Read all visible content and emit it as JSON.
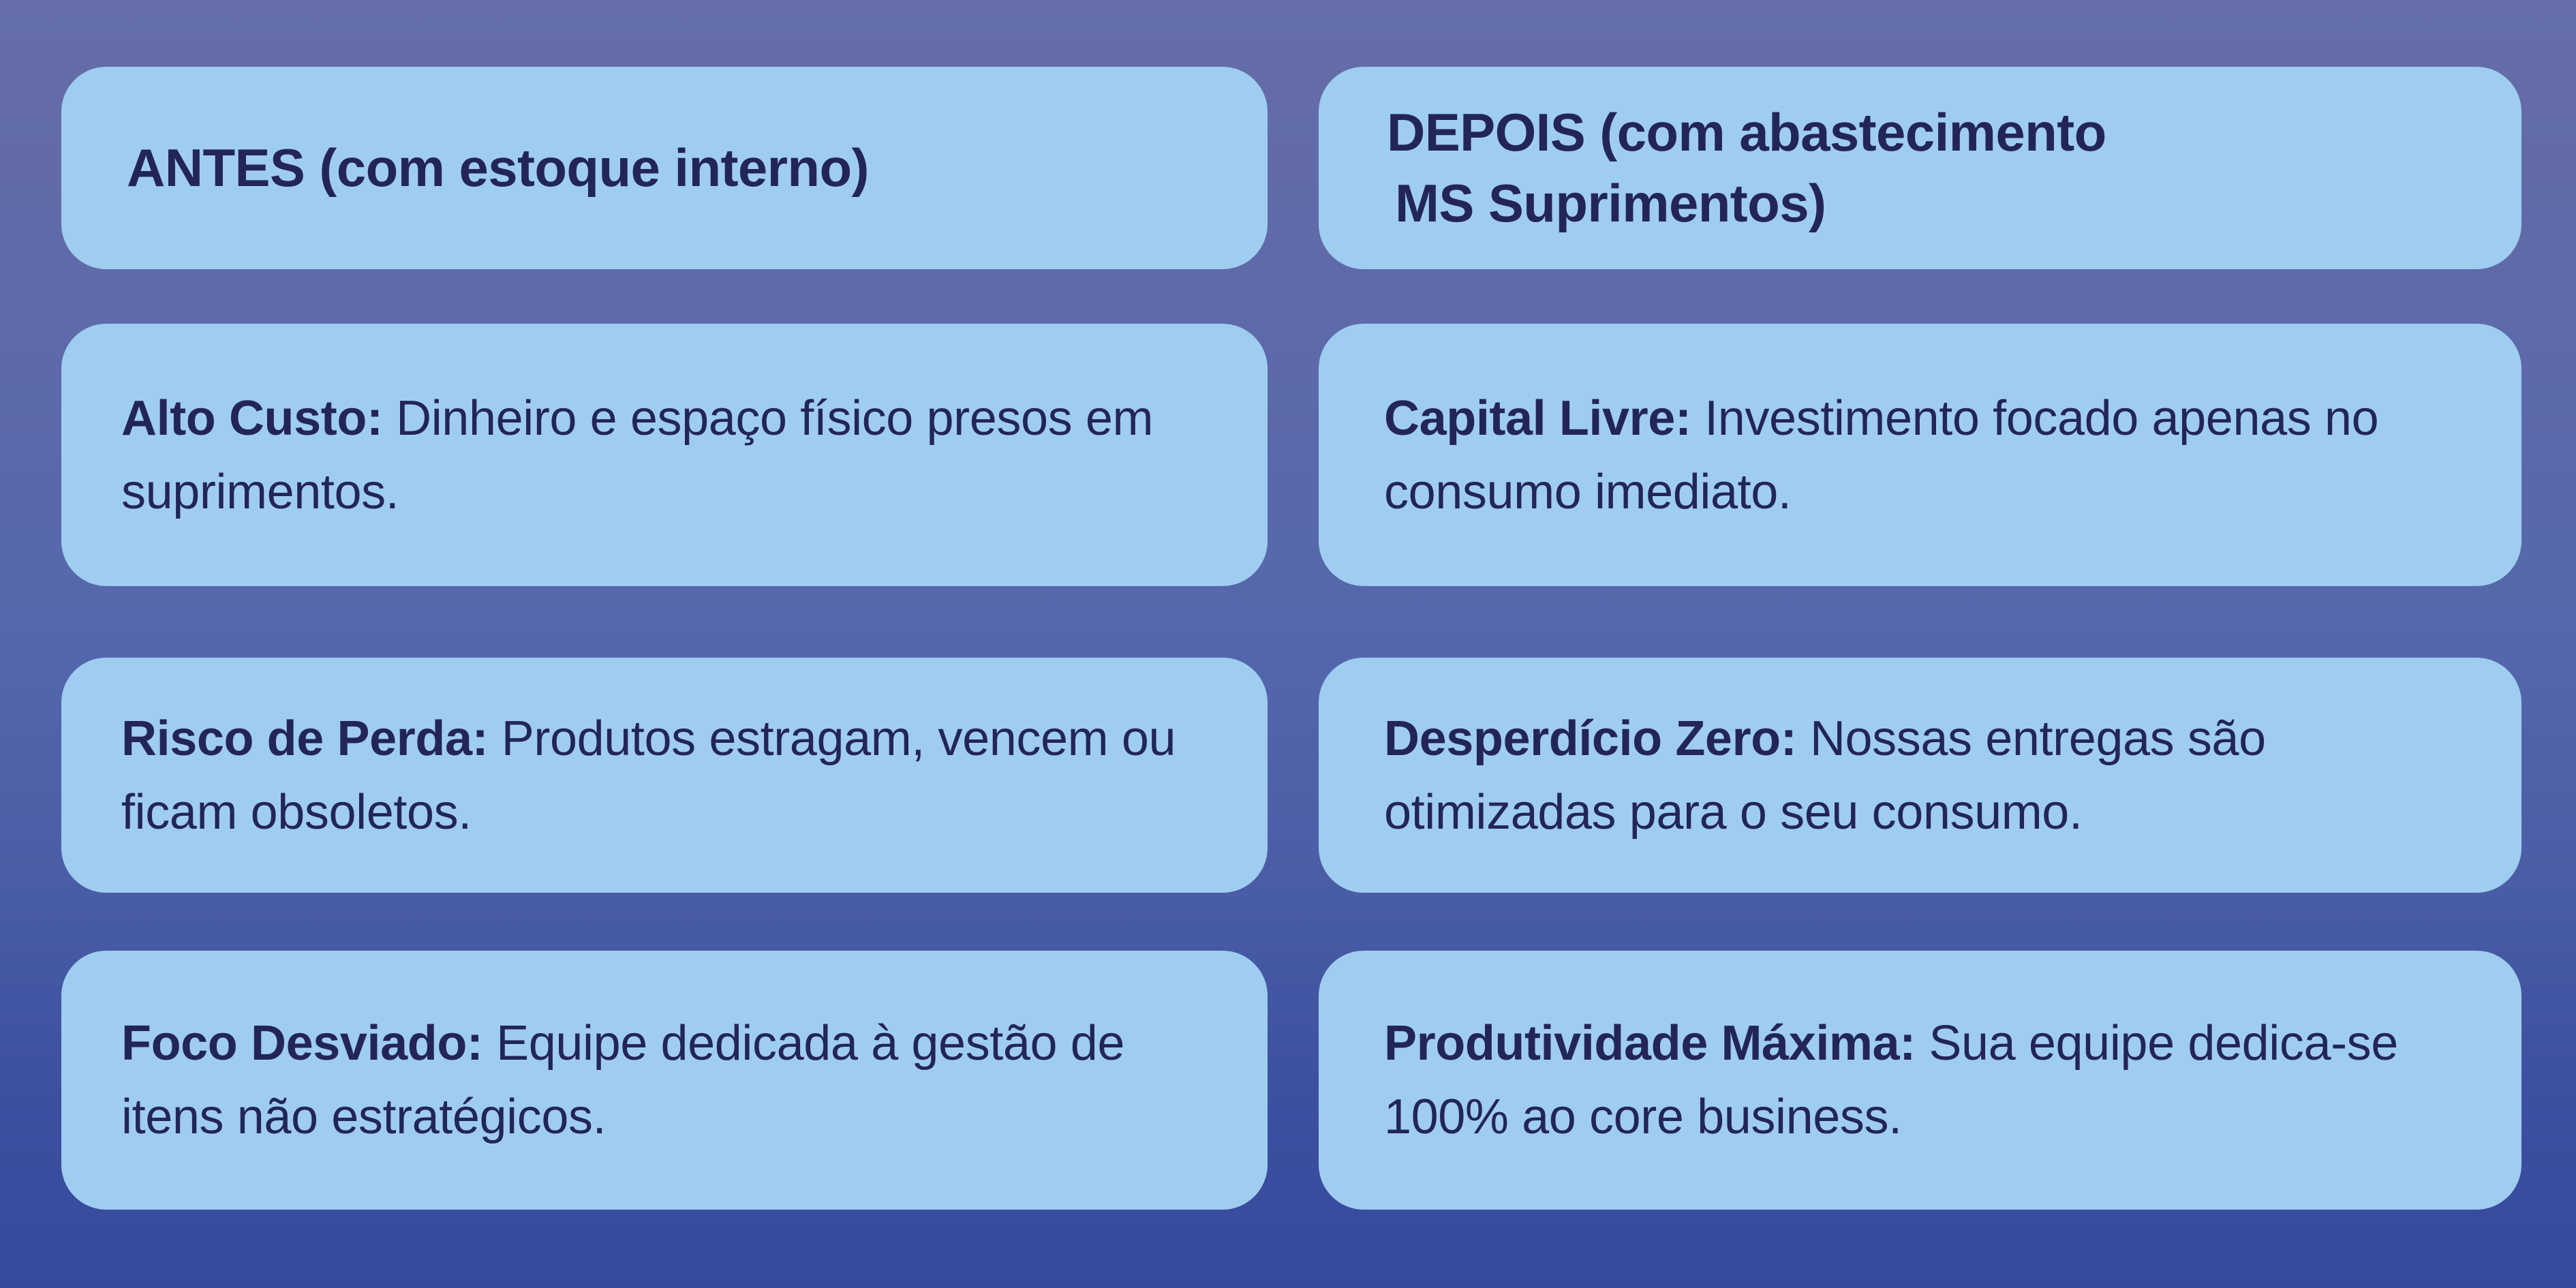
{
  "theme": {
    "background_top": "#626ba8",
    "background_mid": "#5467ad",
    "background_bottom": "#36499b",
    "card_fill": "#9fcdf0",
    "text_color": "#232559"
  },
  "columns": {
    "before": {
      "heading": "ANTES (com estoque interno)",
      "items": [
        {
          "lead": "Alto Custo:",
          "body": " Dinheiro e espaço físico presos em suprimentos."
        },
        {
          "lead": "Risco de Perda:",
          "body": " Produtos estragam, vencem ou ficam obsoletos."
        },
        {
          "lead": "Foco Desviado:",
          "body": " Equipe dedicada à gestão de itens não estratégicos."
        }
      ]
    },
    "after": {
      "heading_line1": "DEPOIS (com abastecimento",
      "heading_line2": "MS Suprimentos)",
      "items": [
        {
          "lead": "Capital Livre:",
          "body": " Investimento focado apenas no consumo imediato."
        },
        {
          "lead": "Desperdício Zero:",
          "body": " Nossas entregas são otimizadas para o seu consumo."
        },
        {
          "lead": "Produtividade Máxima:",
          "body": " Sua equipe dedica-se 100% ao core business."
        }
      ]
    }
  }
}
